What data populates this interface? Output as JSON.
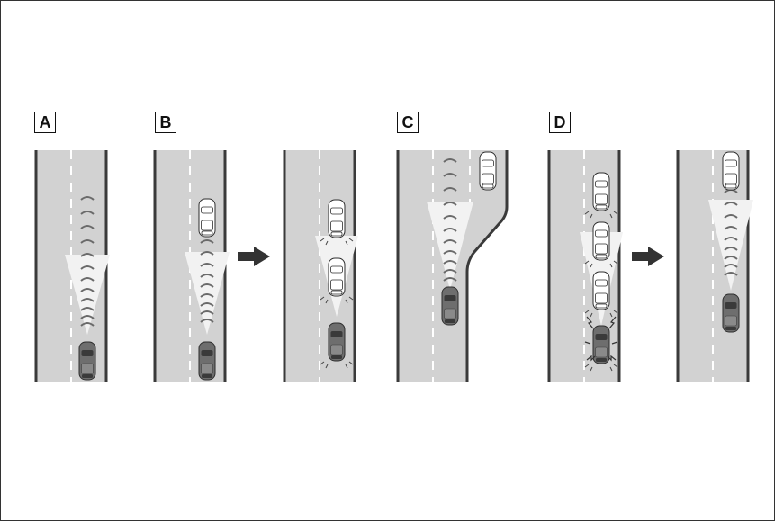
{
  "panels": [
    {
      "id": "A",
      "label": "A"
    },
    {
      "id": "B",
      "label": "B"
    },
    {
      "id": "C",
      "label": "C"
    },
    {
      "id": "D",
      "label": "D"
    }
  ],
  "colors": {
    "road": "#d2d2d2",
    "road_edge": "#3a3a3a",
    "lane_dash": "#ffffff",
    "sensor_beam": "#f2f2f2",
    "ego_car": "#6b6b6b",
    "lead_car": "#ffffff",
    "arrow": "#333333"
  },
  "icons": [
    "right-arrow-icon",
    "car-icon",
    "radar-wave-icon",
    "warning-flash-icon"
  ]
}
